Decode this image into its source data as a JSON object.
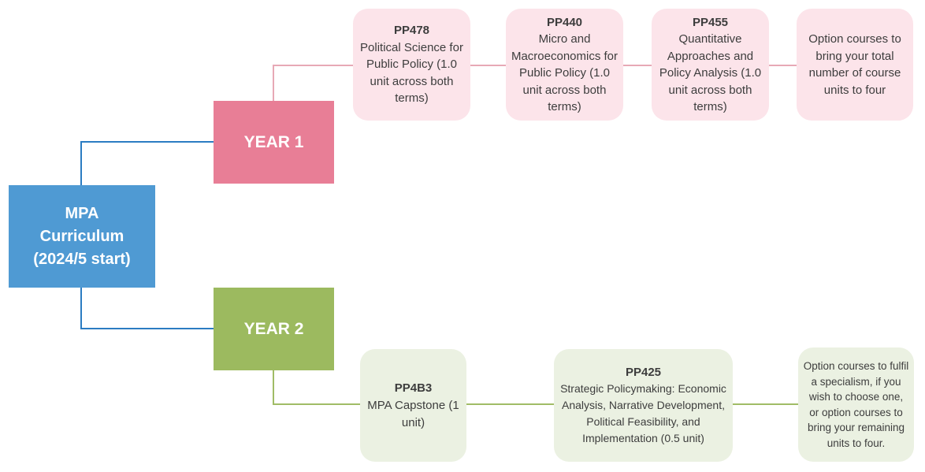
{
  "diagram": {
    "root": {
      "title_lines": [
        "MPA",
        "Curriculum",
        "(2024/5 start)"
      ]
    },
    "year1": {
      "label": "YEAR 1",
      "courses": [
        {
          "code": "PP478",
          "desc": "Political Science for Public Policy (1.0 unit across both terms)"
        },
        {
          "code": "PP440",
          "desc": "Micro and Macroeconomics for Public Policy (1.0 unit across both terms)"
        },
        {
          "code": "PP455",
          "desc": "Quantitative Approaches and Policy Analysis (1.0 unit across both terms)"
        },
        {
          "desc": "Option courses to bring your total number of course units to four"
        }
      ]
    },
    "year2": {
      "label": "YEAR 2",
      "courses": [
        {
          "code": "PP4B3",
          "desc": "MPA Capstone (1 unit)"
        },
        {
          "code": "PP425",
          "desc": "Strategic Policymaking: Economic Analysis, Narrative Development, Political Feasibility, and Implementation (0.5 unit)"
        },
        {
          "desc": "Option courses to fulfil a specialism, if you wish to choose one, or option courses to bring your remaining units to four."
        }
      ]
    },
    "colors": {
      "root_fill": "#4f9ad3",
      "root_connector": "#2b7cc2",
      "year1_fill": "#e87e96",
      "year1_course_fill": "#fce4ea",
      "year1_connector": "#e7a9b6",
      "year2_fill": "#9cba5f",
      "year2_course_fill": "#ebf1e2",
      "year2_connector": "#a0bc66",
      "text_dark": "#3d3d3d"
    }
  }
}
